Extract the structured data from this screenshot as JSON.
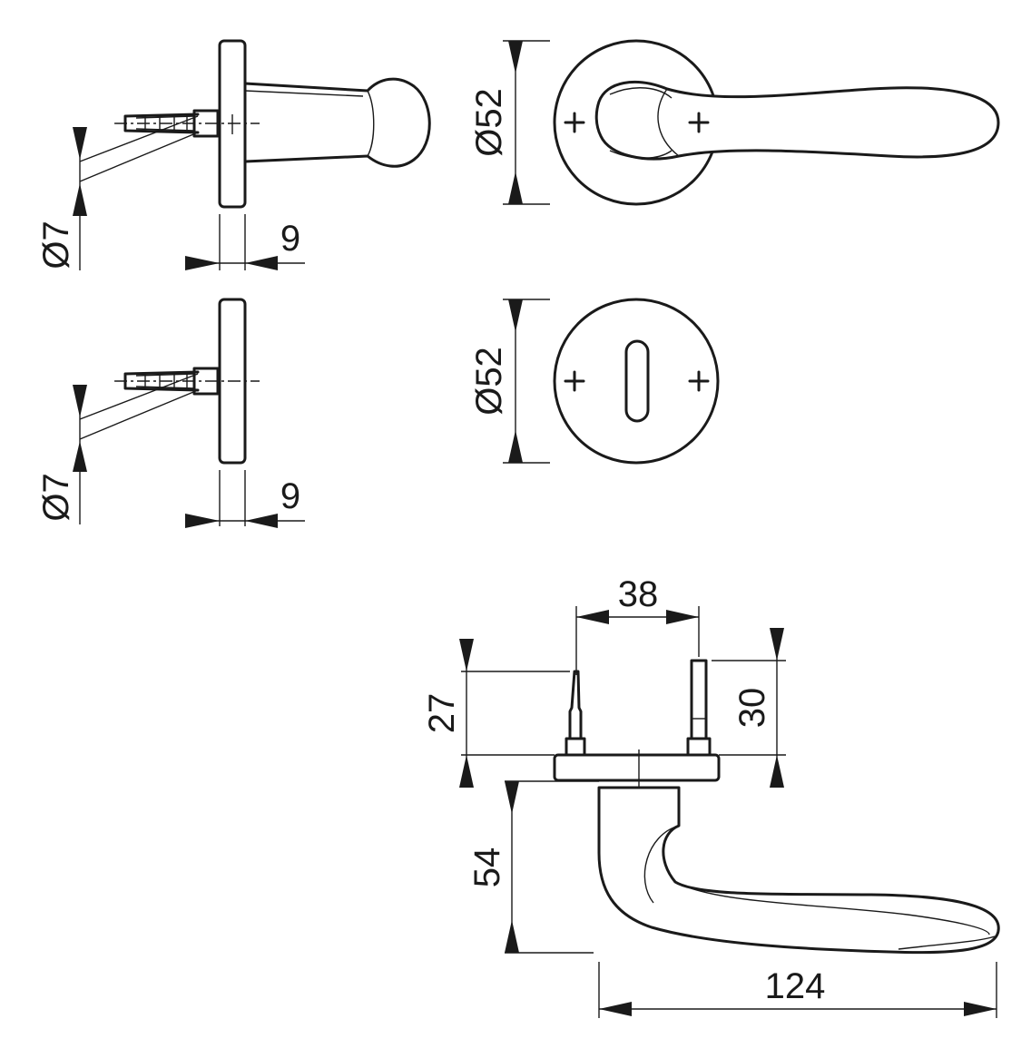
{
  "dimensions": {
    "pin_dia_top": "Ø7",
    "rose_thickness_top": "9",
    "rose_dia_lever": "Ø52",
    "pin_dia_bottom": "Ø7",
    "rose_thickness_bottom": "9",
    "rose_dia_key": "Ø52",
    "screw_spacing": "38",
    "left_pin_length": "27",
    "right_pin_length": "30",
    "lever_height": "54",
    "lever_length": "124"
  }
}
